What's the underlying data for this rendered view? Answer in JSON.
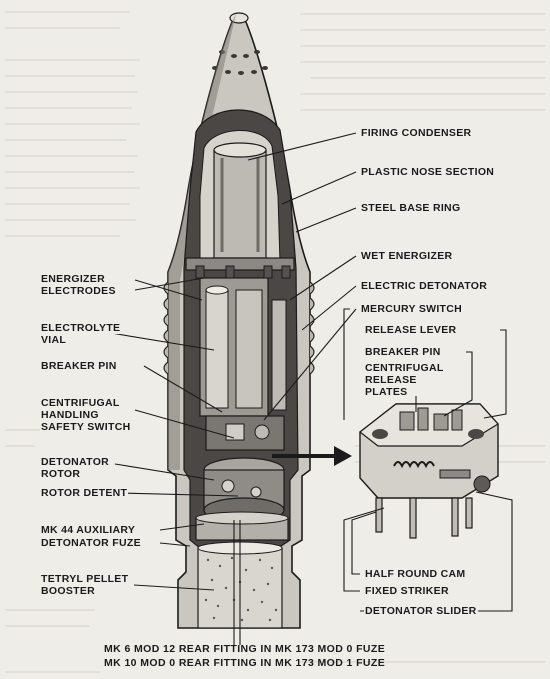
{
  "labels": {
    "firing_condenser": "FIRING CONDENSER",
    "plastic_nose_section": "PLASTIC NOSE SECTION",
    "steel_base_ring": "STEEL BASE RING",
    "wet_energizer": "WET ENERGIZER",
    "electric_detonator": "ELECTRIC DETONATOR",
    "mercury_switch": "MERCURY SWITCH",
    "release_lever": "RELEASE LEVER",
    "breaker_pin_right": "BREAKER PIN",
    "centrifugal_release_plates_1": "CENTRIFUGAL",
    "centrifugal_release_plates_2": "RELEASE",
    "centrifugal_release_plates_3": "PLATES",
    "energizer_electrodes_1": "ENERGIZER",
    "energizer_electrodes_2": "ELECTRODES",
    "electrolyte_vial_1": "ELECTROLYTE",
    "electrolyte_vial_2": "VIAL",
    "breaker_pin_left": "BREAKER PIN",
    "centrifugal_handling_1": "CENTRIFUGAL",
    "centrifugal_handling_2": "HANDLING",
    "centrifugal_handling_3": "SAFETY SWITCH",
    "detonator_rotor_1": "DETONATOR",
    "detonator_rotor_2": "ROTOR",
    "rotor_detent": "ROTOR DETENT",
    "mk44_1": "MK 44 AUXILIARY",
    "mk44_2": "DETONATOR FUZE",
    "tetryl_1": "TETRYL PELLET",
    "tetryl_2": "BOOSTER",
    "half_round_cam": "HALF ROUND CAM",
    "fixed_striker": "FIXED STRIKER",
    "detonator_slider": "DETONATOR SLIDER"
  },
  "caption": {
    "line1": "MK 6 MOD 12 REAR FITTING IN MK 173 MOD 0 FUZE",
    "line2": "MK 10 MOD 0 REAR FITTING IN MK 173 MOD 1 FUZE"
  },
  "colors": {
    "body_fill": "#c9c6bf",
    "shadow": "#3a3836",
    "line": "#1b1b1b",
    "paper": "#efede8"
  }
}
